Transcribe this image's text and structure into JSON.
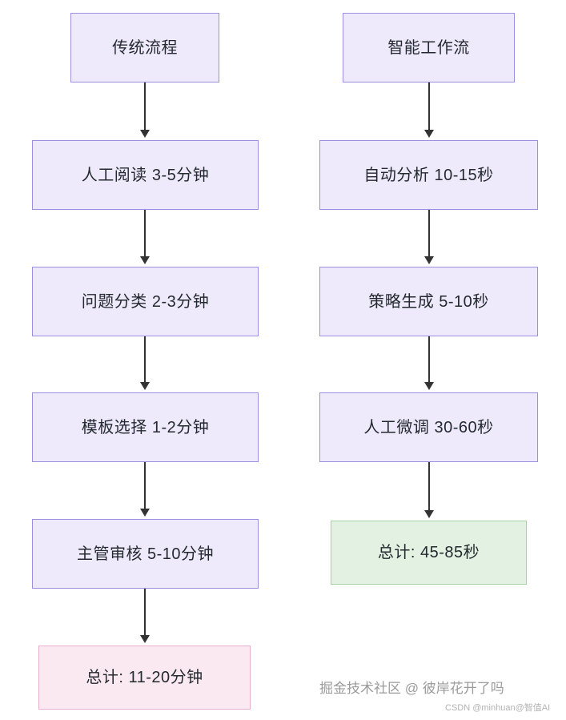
{
  "diagram": {
    "type": "flowchart",
    "columns": [
      {
        "id": "traditional",
        "nodes": [
          {
            "label": "传统流程",
            "style": "process"
          },
          {
            "label": "人工阅读 3-5分钟",
            "style": "process"
          },
          {
            "label": "问题分类 2-3分钟",
            "style": "process"
          },
          {
            "label": "模板选择 1-2分钟",
            "style": "process"
          },
          {
            "label": "主管审核 5-10分钟",
            "style": "process"
          },
          {
            "label": "总计: 11-20分钟",
            "style": "total-pink"
          }
        ]
      },
      {
        "id": "intelligent",
        "nodes": [
          {
            "label": "智能工作流",
            "style": "process"
          },
          {
            "label": "自动分析 10-15秒",
            "style": "process"
          },
          {
            "label": "策略生成 5-10秒",
            "style": "process"
          },
          {
            "label": "人工微调 30-60秒",
            "style": "process"
          },
          {
            "label": "总计: 45-85秒",
            "style": "total-green"
          }
        ]
      }
    ]
  },
  "watermark": {
    "main": "掘金技术社区 @ 彼岸花开了吗",
    "sub": "CSDN @minhuan@智值AI"
  },
  "colors": {
    "node_fill": "#eeeafc",
    "node_border": "#9d8fe0",
    "total_pink_fill": "#fbe9f2",
    "total_pink_border": "#e9aecb",
    "total_green_fill": "#e2f1e2",
    "total_green_border": "#a8cfa8",
    "arrow": "#333333"
  }
}
